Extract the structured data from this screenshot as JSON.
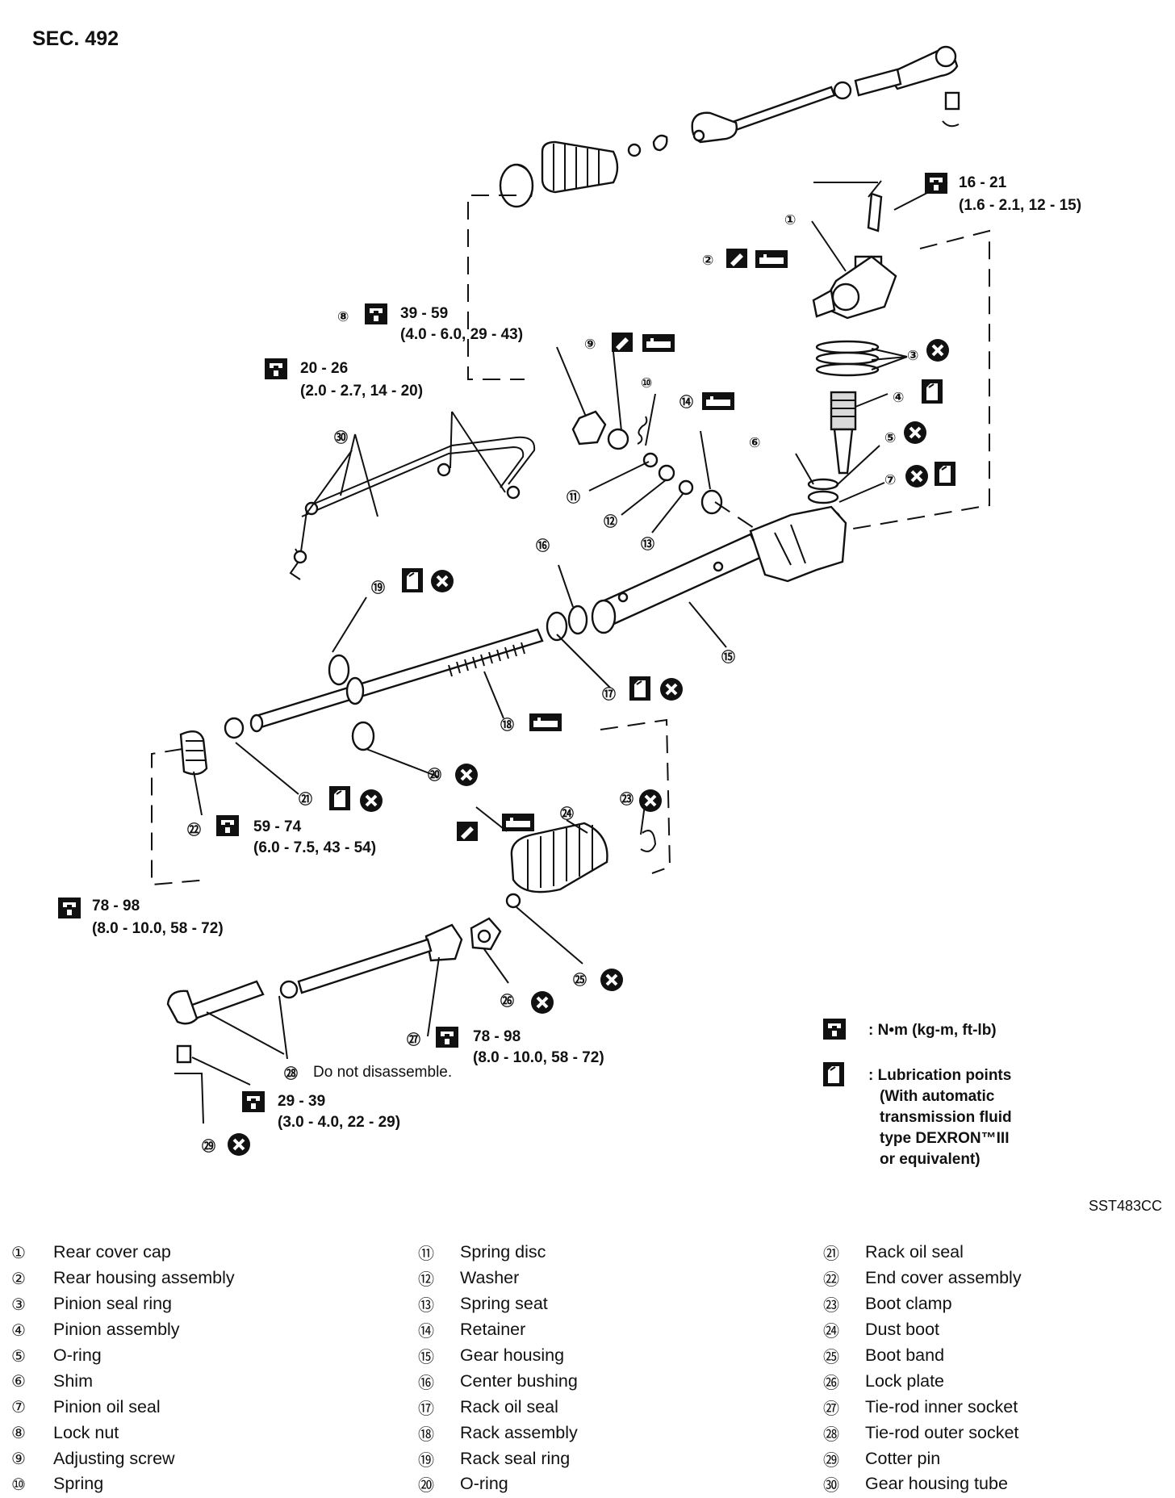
{
  "section": "SEC. 492",
  "code": "SST483CC",
  "torques": {
    "t_16_21": {
      "v": "16 - 21",
      "s": "(1.6 - 2.1, 12 - 15)"
    },
    "t_39_59": {
      "v": "39 - 59",
      "s": "(4.0 - 6.0, 29 - 43)"
    },
    "t_20_26": {
      "v": "20 - 26",
      "s": "(2.0 - 2.7, 14 - 20)"
    },
    "t_59_74": {
      "v": "59 - 74",
      "s": "(6.0 - 7.5, 43 - 54)"
    },
    "t_78_98a": {
      "v": "78 - 98",
      "s": "(8.0 - 10.0, 58 - 72)"
    },
    "t_78_98b": {
      "v": "78 - 98",
      "s": "(8.0 - 10.0, 58 - 72)"
    },
    "t_29_39": {
      "v": "29 - 39",
      "s": "(3.0 - 4.0, 22 - 29)"
    }
  },
  "note_28": "Do not disassemble.",
  "key": {
    "torque_unit": ": N•m (kg-m, ft-lb)",
    "lube_lines": [
      ": Lubrication points",
      "(With automatic",
      "transmission fluid",
      "type DEXRON™III",
      "or equivalent)"
    ]
  },
  "callouts": [
    "①",
    "②",
    "③",
    "④",
    "⑤",
    "⑥",
    "⑦",
    "⑧",
    "⑨",
    "⑩",
    "⑪",
    "⑫",
    "⑬",
    "⑭",
    "⑮",
    "⑯",
    "⑰",
    "⑱",
    "⑲",
    "⑳",
    "㉑",
    "㉒",
    "㉓",
    "㉔",
    "㉕",
    "㉖",
    "㉗",
    "㉘",
    "㉙",
    "㉚"
  ],
  "parts": [
    {
      "num": "①",
      "label": "Rear cover cap"
    },
    {
      "num": "②",
      "label": "Rear housing assembly"
    },
    {
      "num": "③",
      "label": "Pinion seal ring"
    },
    {
      "num": "④",
      "label": "Pinion assembly"
    },
    {
      "num": "⑤",
      "label": "O-ring"
    },
    {
      "num": "⑥",
      "label": "Shim"
    },
    {
      "num": "⑦",
      "label": "Pinion oil seal"
    },
    {
      "num": "⑧",
      "label": "Lock nut"
    },
    {
      "num": "⑨",
      "label": "Adjusting screw"
    },
    {
      "num": "⑩",
      "label": "Spring"
    },
    {
      "num": "⑪",
      "label": "Spring disc"
    },
    {
      "num": "⑫",
      "label": "Washer"
    },
    {
      "num": "⑬",
      "label": "Spring seat"
    },
    {
      "num": "⑭",
      "label": "Retainer"
    },
    {
      "num": "⑮",
      "label": "Gear housing"
    },
    {
      "num": "⑯",
      "label": "Center bushing"
    },
    {
      "num": "⑰",
      "label": "Rack oil seal"
    },
    {
      "num": "⑱",
      "label": "Rack assembly"
    },
    {
      "num": "⑲",
      "label": "Rack seal ring"
    },
    {
      "num": "⑳",
      "label": "O-ring"
    },
    {
      "num": "㉑",
      "label": "Rack oil seal"
    },
    {
      "num": "㉒",
      "label": "End cover assembly"
    },
    {
      "num": "㉓",
      "label": "Boot clamp"
    },
    {
      "num": "㉔",
      "label": "Dust boot"
    },
    {
      "num": "㉕",
      "label": "Boot band"
    },
    {
      "num": "㉖",
      "label": "Lock plate"
    },
    {
      "num": "㉗",
      "label": "Tie-rod inner socket"
    },
    {
      "num": "㉘",
      "label": "Tie-rod outer socket"
    },
    {
      "num": "㉙",
      "label": "Cotter pin"
    },
    {
      "num": "㉚",
      "label": "Gear housing tube"
    }
  ]
}
